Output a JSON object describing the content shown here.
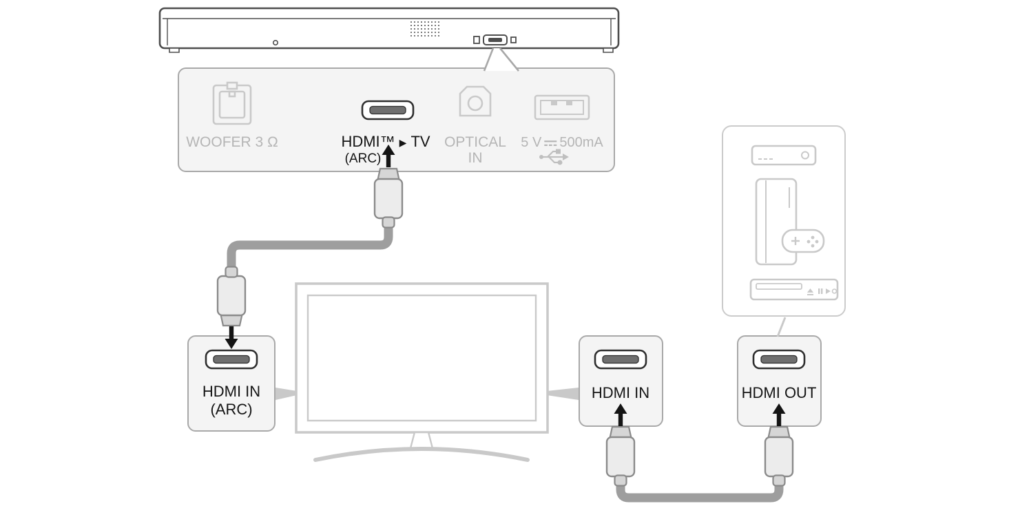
{
  "diagram": {
    "soundbar_rear_panel": {
      "woofer_label": "WOOFER 3 Ω",
      "hdmi_label": "HDMI™",
      "hdmi_arrow": "▶",
      "hdmi_tv_label": "TV",
      "hdmi_sublabel": "(ARC)",
      "optical_label_line1": "OPTICAL",
      "optical_label_line2": "IN",
      "usb_label_prefix": "5 V",
      "usb_label_suffix": "500mA"
    },
    "tv_arc_port": {
      "label_line1": "HDMI IN",
      "label_line2": "(ARC)"
    },
    "tv_hdmi_in_port": {
      "label": "HDMI IN"
    },
    "source_hdmi_out_port": {
      "label": "HDMI OUT"
    },
    "colors": {
      "active_label": "#141414",
      "inactive_label": "#b5b5b5",
      "panel_fill": "#f4f4f4",
      "panel_border": "#a8a8a8",
      "light_outline": "#c9c9c9",
      "dark_outline": "#4d4d4d",
      "cable": "#9e9e9e",
      "arrow": "#141414"
    }
  }
}
